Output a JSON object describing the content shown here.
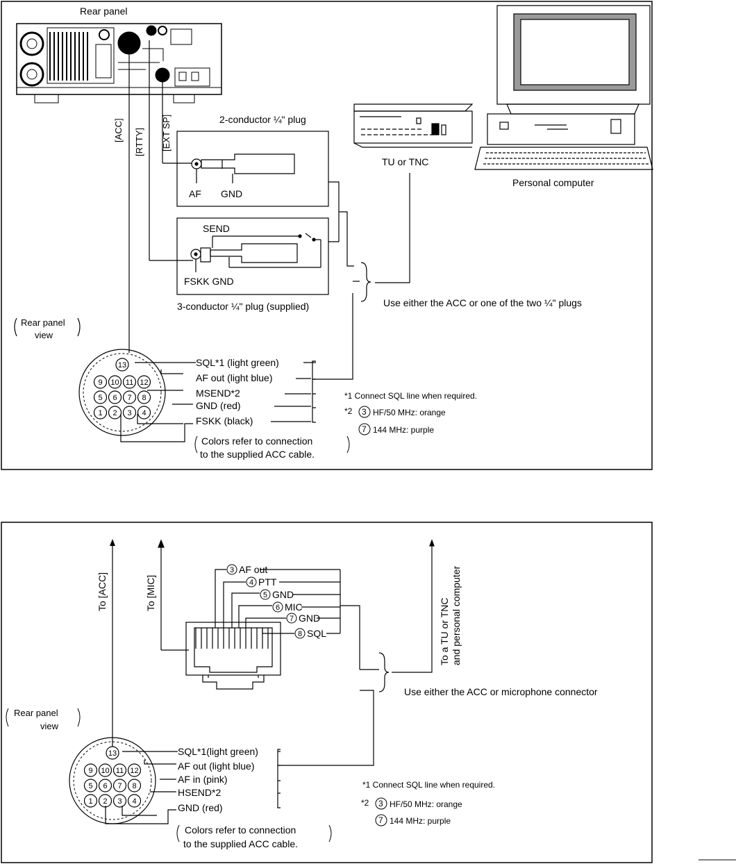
{
  "top": {
    "rear_panel_label": "Rear panel",
    "jack_acc": "[ACC]",
    "jack_rtty": "[RTTY]",
    "jack_ext_sp": "[EXT SP]",
    "plug2_title": "2-conductor ¼\" plug",
    "plug2_af": "AF",
    "plug2_gnd": "GND",
    "plug3_send": "SEND",
    "plug3_fskk_gnd": "FSKK GND",
    "plug3_title": "3-conductor ¼\" plug (supplied)",
    "tu_tnc": "TU or TNC",
    "pc": "Personal computer",
    "use_either": "Use either the ACC or one of the two ¼\" plugs",
    "rpv_line1": "Rear panel",
    "rpv_line2": "view",
    "pin_rows": [
      [
        "13"
      ],
      [
        "9",
        "10",
        "11",
        "12"
      ],
      [
        "5",
        "6",
        "7",
        "8"
      ],
      [
        "1",
        "2",
        "3",
        "4"
      ]
    ],
    "pins": [
      "SQL*1 (light green)",
      "AF out (light blue)",
      "MSEND*2",
      "GND (red)",
      "FSKK (black)"
    ],
    "note1": "*1 Connect SQL line when required.",
    "note2_prefix": "*2",
    "note2_a_num": "3",
    "note2_a": "HF/50 MHz: orange",
    "note2_b_num": "7",
    "note2_b": "144 MHz: purple",
    "colors_1": "Colors refer to connection",
    "colors_2": "to the supplied ACC cable."
  },
  "bottom": {
    "to_acc": "To [ACC]",
    "to_mic": "To [MIC]",
    "to_tu_1": "To a TU or TNC",
    "to_tu_2": "and personal computer",
    "mic_pins": [
      {
        "num": "3",
        "label": "AF out"
      },
      {
        "num": "4",
        "label": "PTT"
      },
      {
        "num": "5",
        "label": "GND"
      },
      {
        "num": "6",
        "label": "MIC"
      },
      {
        "num": "7",
        "label": "GND"
      },
      {
        "num": "8",
        "label": "SQL"
      }
    ],
    "use_either": "Use either the ACC or microphone connector",
    "rpv_line1": "Rear panel",
    "rpv_line2": "view",
    "pin_rows": [
      [
        "13"
      ],
      [
        "9",
        "10",
        "11",
        "12"
      ],
      [
        "5",
        "6",
        "7",
        "8"
      ],
      [
        "1",
        "2",
        "3",
        "4"
      ]
    ],
    "pins": [
      "SQL*1(light green)",
      "AF out (light blue)",
      "AF in (pink)",
      "HSEND*2",
      "GND (red)"
    ],
    "note1": "*1 Connect SQL line when required.",
    "note2_prefix": "*2",
    "note2_a_num": "3",
    "note2_a": "HF/50 MHz: orange",
    "note2_b_num": "7",
    "note2_b": "144 MHz: purple",
    "colors_1": "Colors refer to connection",
    "colors_2": "to the supplied ACC cable."
  }
}
